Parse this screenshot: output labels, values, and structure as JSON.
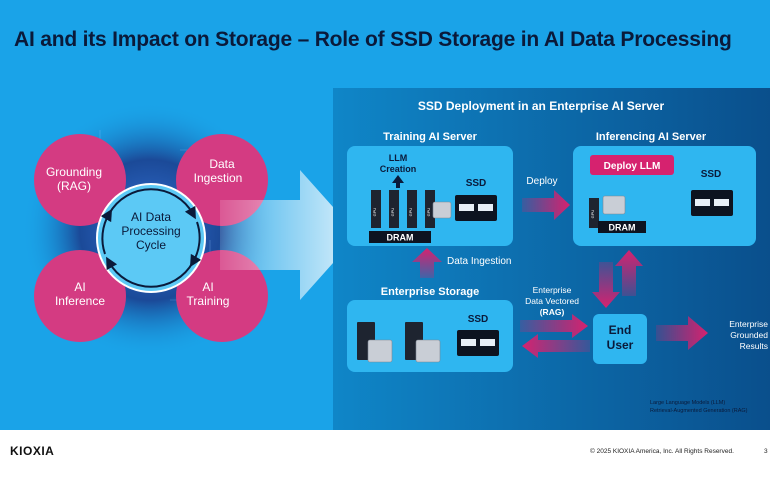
{
  "title": "AI and its Impact on Storage – Role of SSD Storage in AI Data Processing",
  "cycle": {
    "center_lines": [
      "AI Data",
      "Processing",
      "Cycle"
    ],
    "stages": [
      {
        "lines": [
          "Grounding",
          "(RAG)"
        ]
      },
      {
        "lines": [
          "Data",
          "Ingestion"
        ]
      },
      {
        "lines": [
          "AI",
          "Training"
        ]
      },
      {
        "lines": [
          "AI",
          "Inference"
        ]
      }
    ]
  },
  "deployment": {
    "title": "SSD Deployment in an Enterprise AI Server",
    "training_server": {
      "title": "Training AI Server",
      "llm_creation": [
        "LLM",
        "Creation"
      ],
      "gpu_label": "GPU",
      "dram_label": "DRAM",
      "ssd_label": "SSD"
    },
    "inferencing_server": {
      "title": "Inferencing AI Server",
      "deploy_llm": "Deploy LLM",
      "gpu_label": "GPU",
      "dram_label": "DRAM",
      "ssd_label": "SSD"
    },
    "enterprise_storage": {
      "title": "Enterprise Storage",
      "ssd_label": "SSD"
    },
    "flows": {
      "deploy": "Deploy",
      "data_ingestion": "Data Ingestion",
      "vectored": [
        "Enterprise",
        "Data Vectored",
        "(RAG)"
      ],
      "grounded": [
        "Enterprise",
        "Grounded",
        "Results"
      ]
    },
    "end_user": [
      "End",
      "User"
    ],
    "legend": [
      "Large Language Models (LLM)",
      "Retrieval-Augmented Generation (RAG)"
    ]
  },
  "footer": {
    "logo": "KIOXIA",
    "copyright": "© 2025 KIOXIA America, Inc. All Rights Reserved.",
    "page": "3"
  },
  "colors": {
    "background": "#1aa3e8",
    "panel": "#0c6fb0",
    "box": "#2fb6f0",
    "magenta": "#d6226f",
    "circle": "#d43b82",
    "dark": "#0a1a3a"
  }
}
